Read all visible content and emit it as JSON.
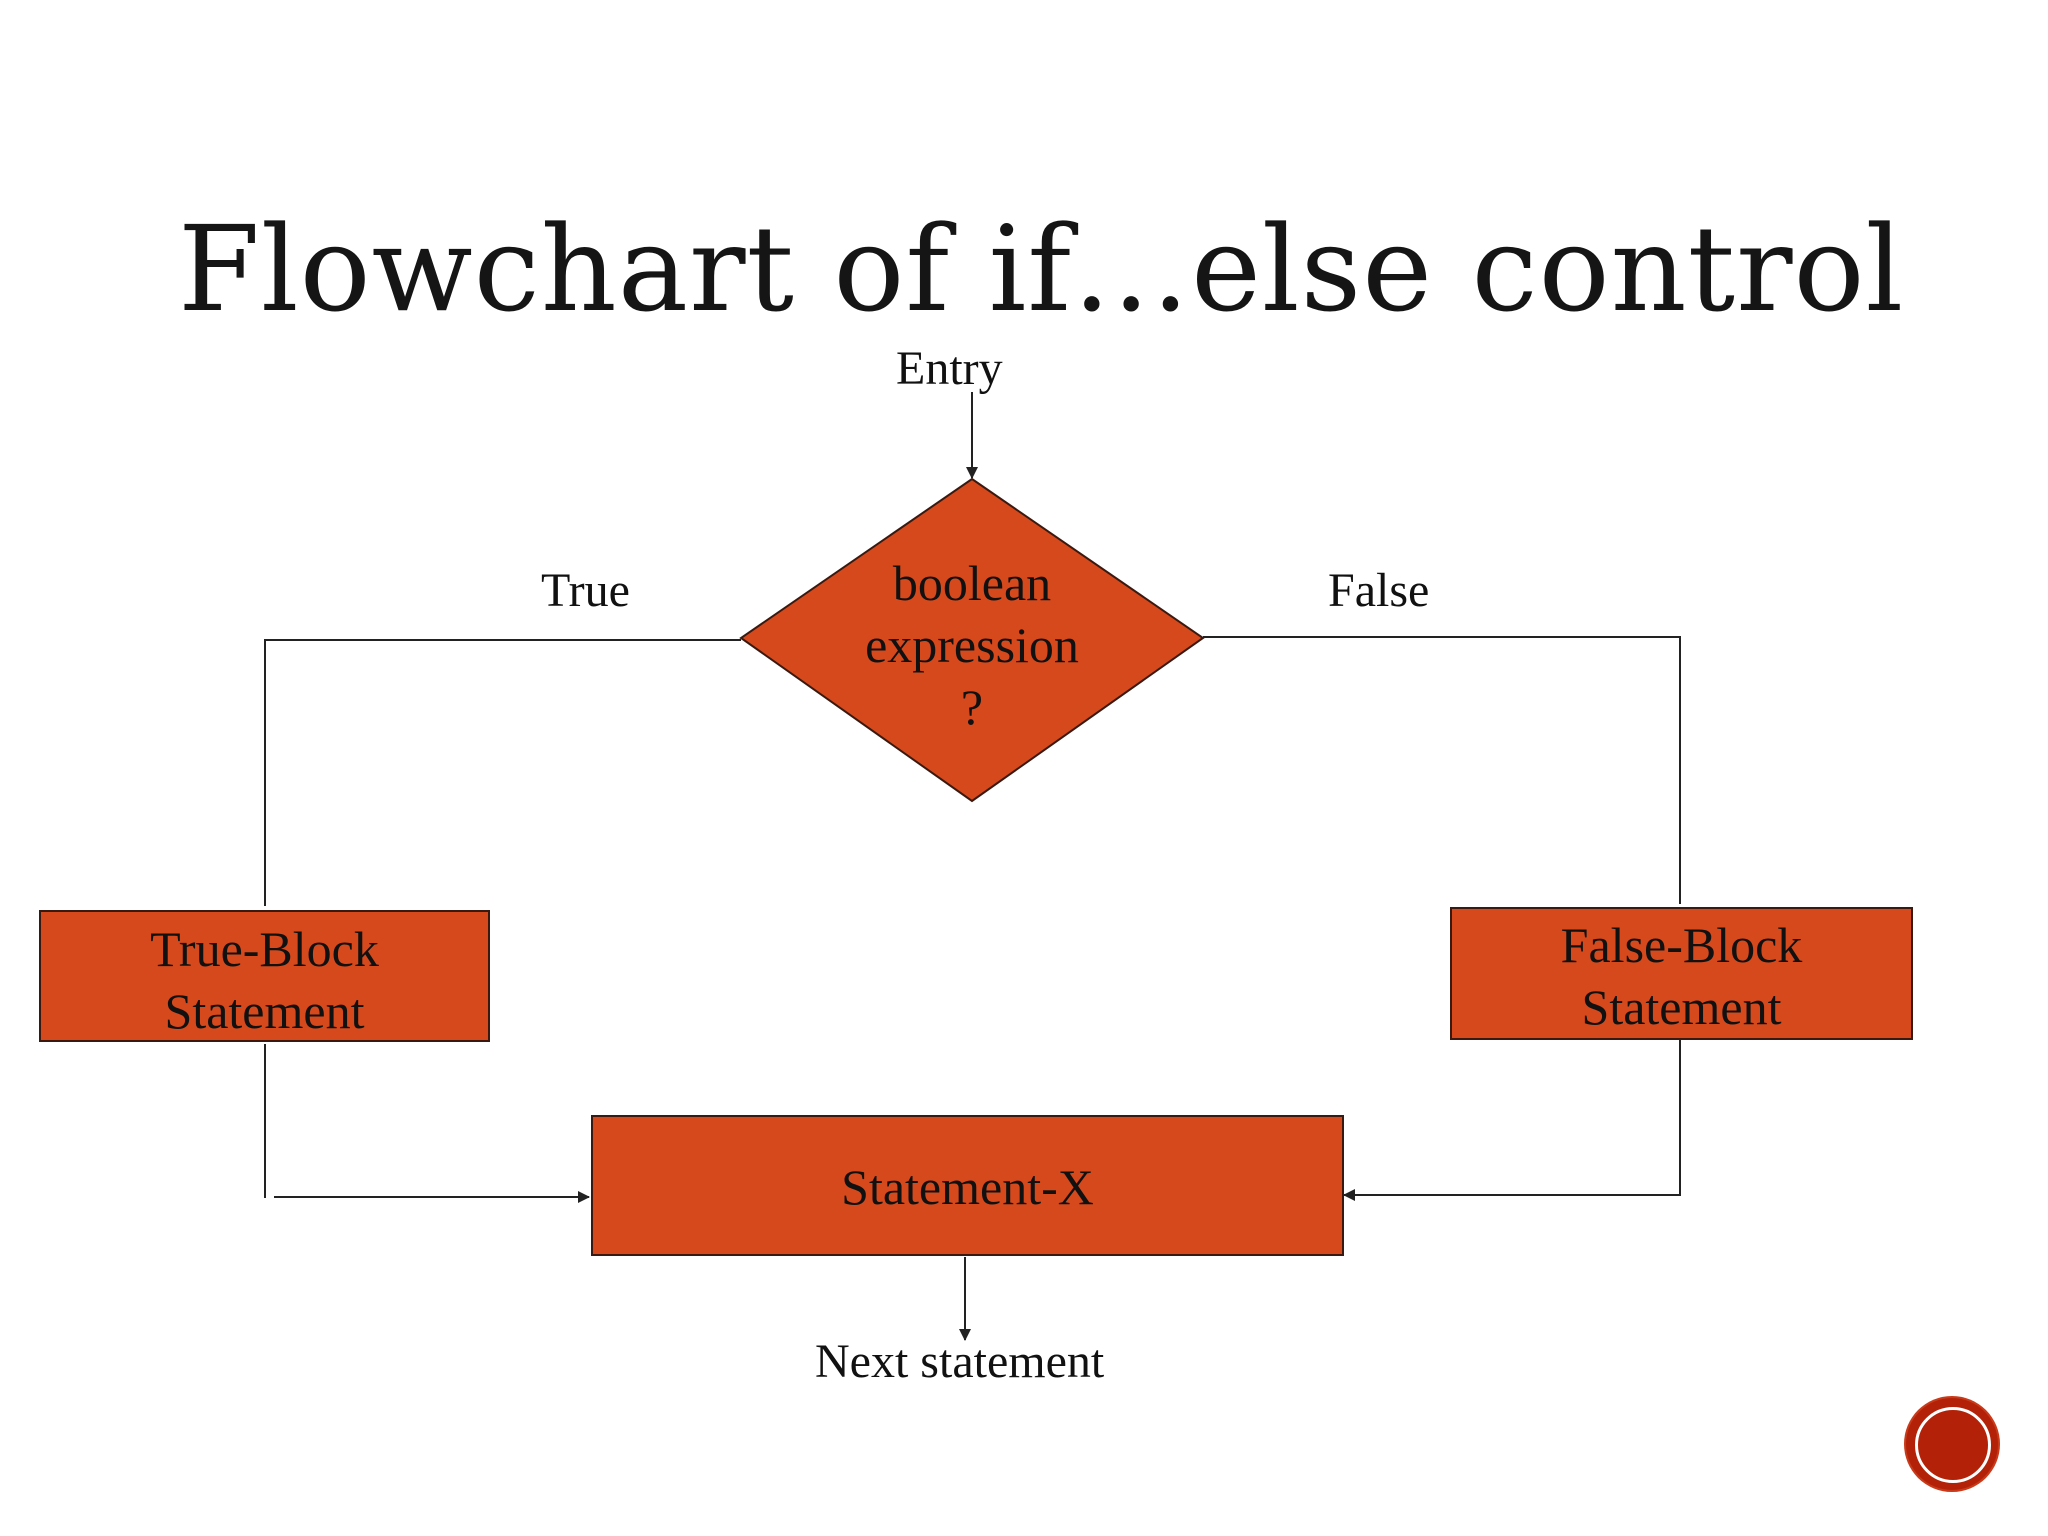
{
  "slide": {
    "title": "Flowchart of if…else control"
  },
  "diagram": {
    "entry_label": "Entry",
    "decision": {
      "line1": "boolean",
      "line2": "expression",
      "line3": "?"
    },
    "true_label": "True",
    "false_label": "False",
    "true_block": {
      "line1": "True-Block",
      "line2": "Statement"
    },
    "false_block": {
      "line1": "False-Block",
      "line2": "Statement"
    },
    "statement_x": "Statement-X",
    "next_label": "Next statement"
  },
  "colors": {
    "node_fill": "#d5491d",
    "node_stroke": "#3a1a10",
    "line": "#222222",
    "nav_button": "#b32208"
  },
  "nav": {
    "icon": "circle-nav-icon"
  }
}
